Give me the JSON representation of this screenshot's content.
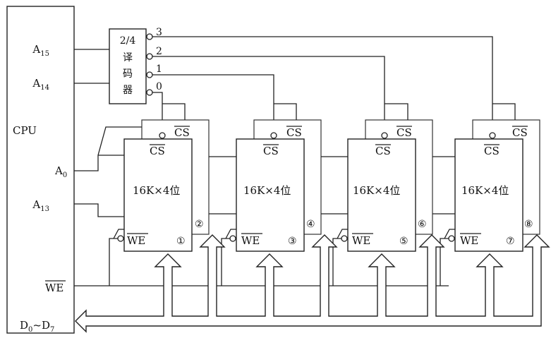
{
  "cpu": {
    "title": "CPU",
    "pins": {
      "a15": "A",
      "a15_sub": "15",
      "a14": "A",
      "a14_sub": "14",
      "a0": "A",
      "a0_sub": "0",
      "a13": "A",
      "a13_sub": "13",
      "we": "WE",
      "data_d": "D",
      "data_sub0": "0",
      "data_tilde": "~",
      "data_d2": "D",
      "data_sub7": "7"
    }
  },
  "decoder": {
    "lines": [
      "2/4",
      "译",
      "码",
      "器"
    ],
    "outputs": [
      "3",
      "2",
      "1",
      "0"
    ]
  },
  "chips": [
    {
      "cs": "CS",
      "size": "16K×4位",
      "we": "WE",
      "front": "①",
      "back": "②"
    },
    {
      "cs": "CS",
      "size": "16K×4位",
      "we": "WE",
      "front": "③",
      "back": "④"
    },
    {
      "cs": "CS",
      "size": "16K×4位",
      "we": "WE",
      "front": "⑤",
      "back": "⑥"
    },
    {
      "cs": "CS",
      "size": "16K×4位",
      "we": "WE",
      "front": "⑦",
      "back": "⑧"
    }
  ],
  "back_cs": "CS"
}
